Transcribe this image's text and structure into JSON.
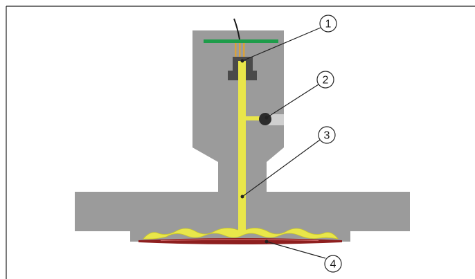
{
  "callouts": [
    {
      "id": "1",
      "label": "1"
    },
    {
      "id": "2",
      "label": "2"
    },
    {
      "id": "3",
      "label": "3"
    },
    {
      "id": "4",
      "label": "4"
    }
  ],
  "colors": {
    "body": "#9b9b9b",
    "body_edge": "#8a8a8a",
    "circuit_board": "#1e9c4a",
    "fill_fluid": "#e9e64a",
    "fill_fluid_edge": "#c9c52a",
    "diaphragm": "#8e1f1f",
    "diaphragm_highlight": "#e07a7a",
    "sensor_chip": "#4a4a4a",
    "contact_pins": "#d9a23a",
    "valve": "#2b2b2b",
    "leader_line": "#222222",
    "frame_border": "#222222"
  }
}
